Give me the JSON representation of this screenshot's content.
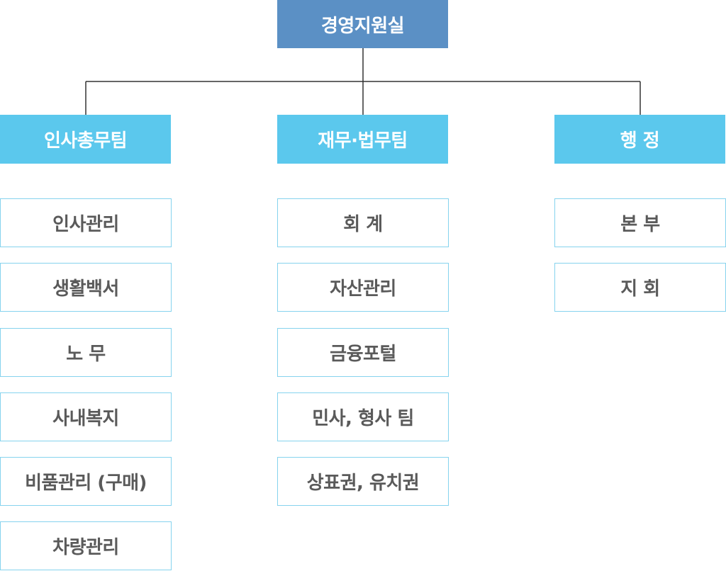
{
  "colors": {
    "root_fill": "#5b90c5",
    "team_fill": "#5bc8ed",
    "item_border": "#86d3ee",
    "item_text": "#5a5a5a",
    "line": "#333333"
  },
  "root": {
    "label": "경영지원실"
  },
  "teams": [
    {
      "label": "인사총무팀",
      "items": [
        "인사관리",
        "생활백서",
        "노 무",
        "사내복지",
        "비품관리 (구매)",
        "차량관리"
      ]
    },
    {
      "label": "재무·법무팀",
      "items": [
        "회 계",
        "자산관리",
        "금융포털",
        "민사, 형사 팀",
        "상표권, 유치권"
      ]
    },
    {
      "label": "행 정",
      "items": [
        "본 부",
        "지 회"
      ]
    }
  ]
}
